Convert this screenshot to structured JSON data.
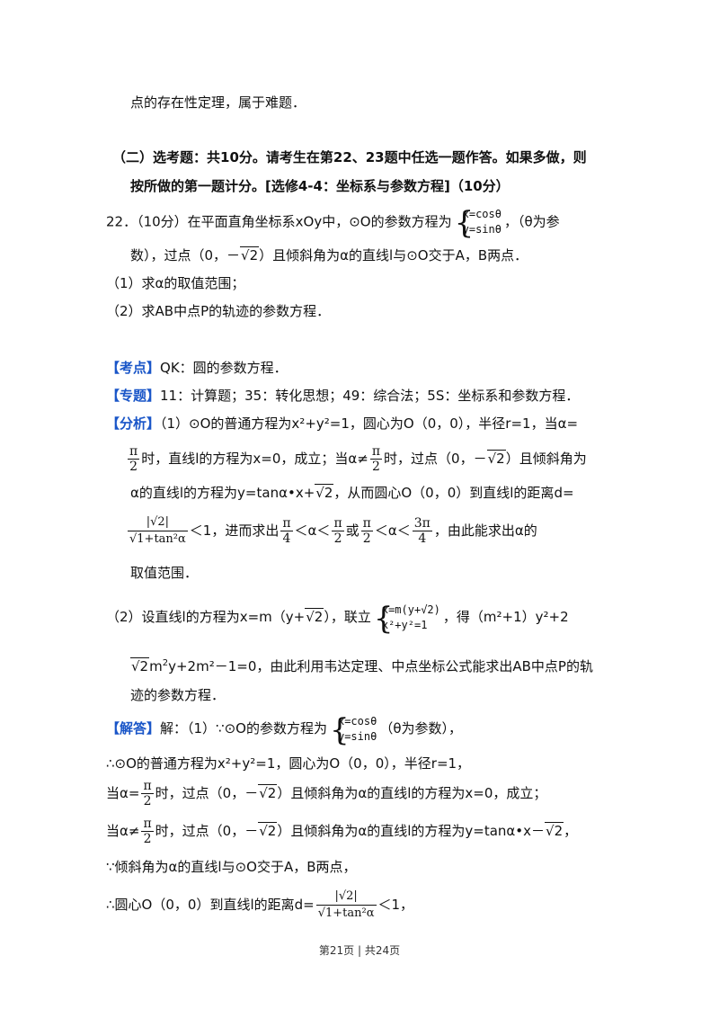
{
  "lines": {
    "l01": "点的存在性定理，属于难题．",
    "l02": "（二）选考题：共10分。请考生在第22、23题中任选一题作答。如果多做，则",
    "l03": "按所做的第一题计分。[选修4-4：坐标系与参数方程]（10分）",
    "l04a": "22．（10分）在平面直角坐标系xOy中，⊙O的参数方程为",
    "l04b": "，（θ为参",
    "l05a": "数），过点（0，－",
    "l05b": "）且倾斜角为α的直线l与⊙O交于A，B两点．",
    "l06": "（1）求α的取值范围；",
    "l07": "（2）求AB中点P的轨迹的参数方程．",
    "k_tag": "【考点】",
    "k_text": "QK：圆的参数方程．",
    "z_tag": "【专题】",
    "z_text": "11：计算题；35：转化思想；49：综合法；5S：坐标系和参数方程．",
    "f_tag": "【分析】",
    "f_text": "（1）⊙O的普通方程为x²+y²=1，圆心为O（0，0），半径r=1，当α=",
    "l11a": "时，直线l的方程为x=0，成立；当α≠",
    "l11b": "时，过点（0，－",
    "l11c": "）且倾斜角为",
    "l12a": "α的直线l的方程为y=tanα•x+",
    "l12b": "，从而圆心O（0，0）到直线l的距离d=",
    "l13a": "＜1，进而求出",
    "l13b": "或",
    "l13c": "，由此能求出α的",
    "l14": "取值范围．",
    "l15a": "（2）设直线l的方程为x=m（y+",
    "l15b": "），联立",
    "l15c": "，得（m²+1）y²+2",
    "l16a": "y+2m²－1=0，由此利用韦达定理、中点坐标公式能求出AB中点P的轨",
    "l17": "迹的参数方程．",
    "j_tag": "【解答】",
    "j_text": "解：（1）∵⊙O的参数方程为",
    "j_text2": "（θ为参数），",
    "l19": "∴⊙O的普通方程为x²+y²=1，圆心为O（0，0），半径r=1，",
    "l20a": "当α=",
    "l20b": "时，过点（0，－",
    "l20c": "）且倾斜角为α的直线l的方程为x=0，成立；",
    "l21a": "当α≠",
    "l21b": "时，过点（0，－",
    "l21c": "）且倾斜角为α的直线l的方程为y=tanα•x－",
    "l21d": "，",
    "l22": "∵倾斜角为α的直线l与⊙O交于A，B两点，",
    "l23a": "∴圆心O（0，0）到直线l的距离d=",
    "l23b": "＜1，"
  },
  "math": {
    "sqrt2": "√2",
    "two": "2",
    "pi": "π",
    "pi4": "4",
    "three_pi": "3π",
    "m2": "m",
    "m2sup": "2",
    "sys1_r1": "x=cosθ",
    "sys1_r2": "y=sinθ",
    "sys2_r1": "x=m(y+√2)",
    "sys2_r2": "x²+y²=1",
    "dist_num": "|√2|",
    "dist_den": "√1+tan²α",
    "alpha_lt": "＜α＜",
    "alpha_lt2": "＜α＜"
  },
  "footer": "第21页 | 共24页"
}
